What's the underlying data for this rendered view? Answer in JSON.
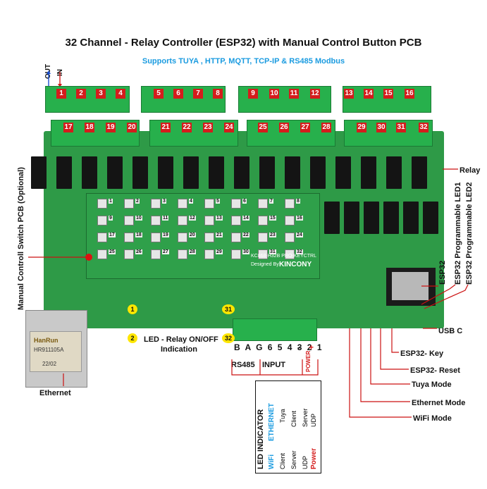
{
  "header": {
    "title": "32 Channel  - Relay Controller (ESP32) with Manual Control Button PCB",
    "subtitle": "Supports TUYA , HTTP, MQTT, TCP-IP & RS485 Modbus"
  },
  "io_labels": {
    "out": "OUT",
    "in": "IN"
  },
  "terminal_numbers_top": [
    "1",
    "2",
    "3",
    "4",
    "5",
    "6",
    "7",
    "8",
    "9",
    "10",
    "11",
    "12",
    "13",
    "14",
    "15",
    "16"
  ],
  "terminal_numbers_bottom": [
    "17",
    "18",
    "19",
    "20",
    "21",
    "22",
    "23",
    "24",
    "25",
    "26",
    "27",
    "28",
    "29",
    "30",
    "31",
    "32"
  ],
  "switch_pcb_buttons": [
    "1",
    "2",
    "3",
    "4",
    "5",
    "6",
    "7",
    "8",
    "9",
    "10",
    "11",
    "12",
    "13",
    "14",
    "15",
    "16",
    "17",
    "18",
    "19",
    "20",
    "21",
    "22",
    "23",
    "24",
    "25",
    "26",
    "27",
    "28",
    "29",
    "30",
    "31",
    "32"
  ],
  "switch_pcb_text": {
    "model": "KC868-H32B PRO-KEYCTRL",
    "designed_by": "Designed By",
    "brand": "KINCONY"
  },
  "annotations": {
    "relay": "Relay",
    "manual_switch": "Manual Controll Switch PCB  (Optional)",
    "esp32": "ESP32",
    "led1": "ESP32 Programmable LED1",
    "led2": "ESP32 Programmable LED2",
    "usb": "USB C",
    "esp_key": "ESP32- Key",
    "esp_reset": "ESP32- Reset",
    "tuya_mode": "Tuya Mode",
    "ethernet_mode": "Ethernet Mode",
    "wifi_mode": "WiFi Mode",
    "ethernet": "Ethernet",
    "led_relay": "LED - Relay ON/OFF",
    "indication": "Indication",
    "led_first": "1",
    "led_mid_a": "2",
    "led_31": "31",
    "led_32": "32"
  },
  "io_terminal": {
    "pins": "B A G 6 5 4 3 2 1",
    "minus": "-",
    "plus": "+",
    "rs485": "RS485",
    "input": "INPUT",
    "power": "POWER"
  },
  "eth_jack": {
    "brand": "HanRun",
    "model": "HR911105A",
    "code": "22/02"
  },
  "led_table": {
    "header": "LED INDICATOR",
    "columns": [
      {
        "name": "WiFi",
        "color": "#1a9be0",
        "values": [
          "Client",
          "Server",
          "UDP"
        ]
      },
      {
        "name": "ETHERNET",
        "color": "#1a9be0",
        "values": []
      },
      {
        "name": "Tuya",
        "color": "#111111",
        "values": []
      },
      {
        "name": "Power",
        "color": "#d41c1c",
        "values": []
      }
    ],
    "col_wifi": [
      "WiFi",
      "Client",
      "Server",
      "UDP"
    ],
    "col_eth": [
      "ETHERNET",
      "Client",
      "Server",
      "UDP"
    ],
    "col_tuya": "Tuya",
    "col_power": "Power"
  },
  "colors": {
    "pcb": "#2e9a47",
    "terminal": "#27b04c",
    "accent_red": "#d41c1c",
    "accent_blue": "#1a9be0"
  }
}
